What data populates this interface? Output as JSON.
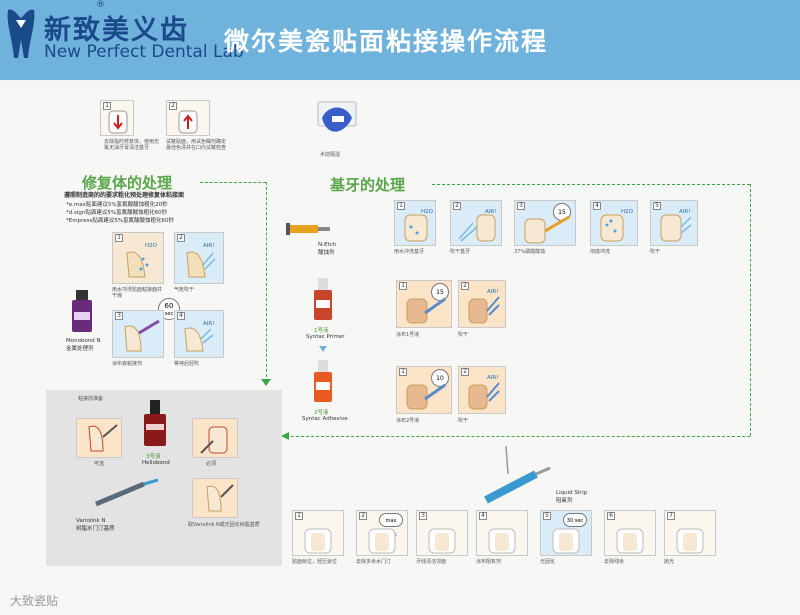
{
  "header": {
    "brand_cn": "新致美义齿",
    "brand_en": "New Perfect Dental Lab",
    "reg": "®",
    "title": "微尔美瓷贴面粘接操作流程"
  },
  "restoration": {
    "title": "修复体的处理",
    "intro_title": "遵照制造商的的要求粗化预处理修复体粘接面",
    "intro_lines": [
      "*e.max贴面建议5%氢氟酸酸蚀粗化20秒",
      "*d.sign贴面建议5%氢氟酸酸蚀粗化60秒",
      "*Empress贴面建议5%氢氟酸酸蚀粗化60秒"
    ],
    "top_caption1": "去除临时修复体，使用无氟无油牙膏清洁基牙",
    "top_caption2": "试戴贴面，用试色糊剂确定最佳色泽并在口内试戴检查",
    "steps": [
      {
        "num": "1",
        "tag": "H2O",
        "caption": "用水冲洗贴面粘接面并干燥"
      },
      {
        "num": "2",
        "tag": "AIR!",
        "caption": "气枪吹干"
      },
      {
        "num": "3",
        "tag": "",
        "caption": "涂布瓷粘接剂"
      },
      {
        "num": "4",
        "tag": "AIR!",
        "caption": "等待后轻吹"
      }
    ],
    "timer": "60",
    "timer_unit": "sec",
    "product": "Monobond N",
    "product_cn": "金属处理剂"
  },
  "abutment": {
    "title": "基牙的处理",
    "etch_label": "N-Etch",
    "etch_cn": "酸蚀剂",
    "primer_label": "Syntac Primer",
    "primer_num": "1号液",
    "adhesive_label": "Syntac Adhesive",
    "adhesive_num": "2号液",
    "steps_row1": [
      {
        "num": "1",
        "tag": "H2O",
        "caption": "用水冲洗基牙"
      },
      {
        "num": "2",
        "tag": "AIR!",
        "caption": "吹干基牙"
      },
      {
        "num": "3",
        "tag": "15",
        "caption": "37%磷酸酸蚀"
      },
      {
        "num": "4",
        "tag": "H2O",
        "caption": "彻底冲洗"
      },
      {
        "num": "5",
        "tag": "AIR!",
        "caption": "吹干"
      }
    ],
    "steps_row2": [
      {
        "num": "1",
        "tag": "15",
        "caption": "涂布1号液"
      },
      {
        "num": "2",
        "tag": "AIR!",
        "caption": "吹干"
      }
    ],
    "steps_row3": [
      {
        "num": "1",
        "tag": "10",
        "caption": "涂布2号液"
      },
      {
        "num": "2",
        "tag": "AIR!",
        "caption": "吹干"
      }
    ],
    "isolation_caption": "术前隔湿"
  },
  "cement": {
    "heliobond": "Heliobond",
    "heliobond_num": "3号液",
    "variolink": "Variolink N",
    "variolink_cn": "树脂水门汀基质",
    "caption_left": "可选",
    "caption_right": "必须",
    "caption_bottom": "取Variolink N或光固化树脂基质",
    "top_note": "粘接前准备"
  },
  "final": {
    "liquid_strip": "Liquid Strip",
    "liquid_strip_cn": "阻氧剂",
    "steps": [
      {
        "num": "1",
        "tag": "",
        "caption": "贴面就位，轻压就位"
      },
      {
        "num": "2",
        "tag": "max 5sec",
        "caption": "去除多余水门汀"
      },
      {
        "num": "3",
        "tag": "",
        "caption": "牙线清洁邻面"
      },
      {
        "num": "4",
        "tag": "",
        "caption": "涂布阻氧剂"
      },
      {
        "num": "5",
        "tag": "30 sec",
        "caption": "光固化"
      },
      {
        "num": "6",
        "tag": "",
        "caption": "去除残余"
      },
      {
        "num": "7",
        "tag": "",
        "caption": "抛光"
      }
    ]
  },
  "watermark": "大致瓷贴",
  "colors": {
    "header": "#6fb2dc",
    "brand": "#1a4a8a",
    "accent_green": "#5aa64a",
    "dash": "#3ca54a"
  }
}
